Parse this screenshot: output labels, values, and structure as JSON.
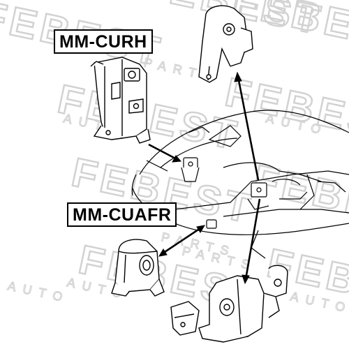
{
  "part_labels": {
    "curh": "MM-CURH",
    "cuafr": "MM-CUAFR"
  },
  "watermark": {
    "brand": "FEBEST",
    "tagline": "AUTO PARTS"
  },
  "colors": {
    "line": "#000000",
    "watermark": "#d0d0d0",
    "background": "#ffffff"
  }
}
